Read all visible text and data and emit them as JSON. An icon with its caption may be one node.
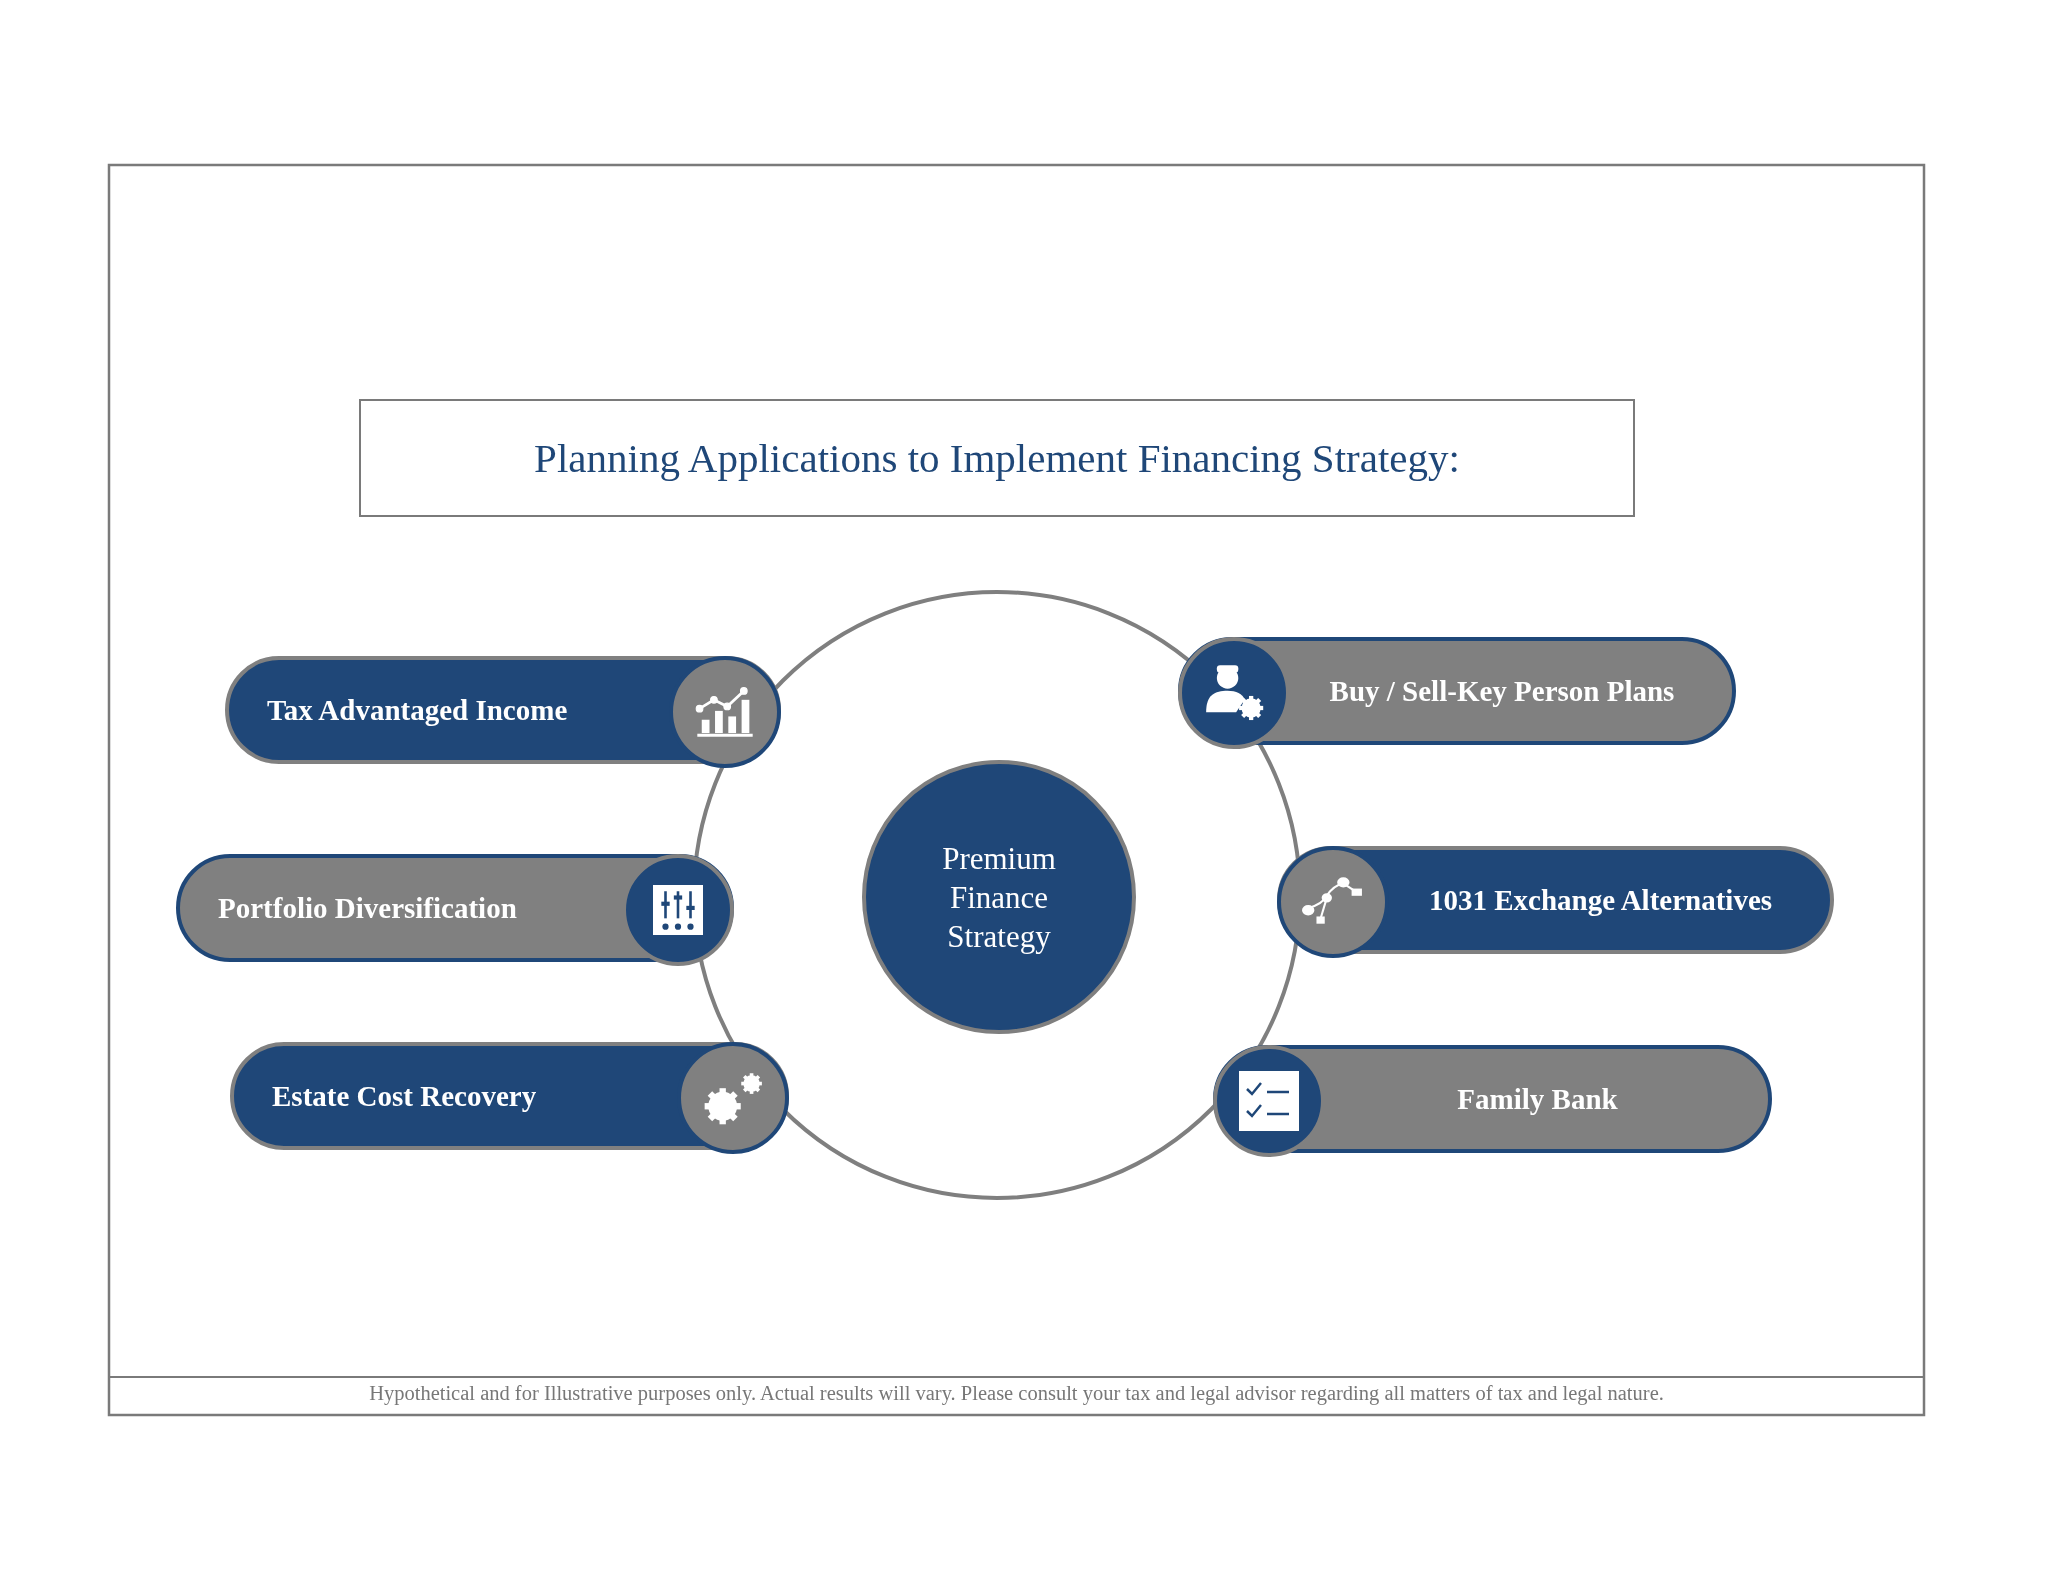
{
  "diagram": {
    "title": "Planning Applications to Implement Financing Strategy:",
    "caption": "Hypothetical and for Illustrative purposes only. Actual results will vary. Please consult your tax and legal advisor regarding all matters of tax and legal nature.",
    "nodes": [
      {
        "text": [
          "Premium Finance Strategy"
        ]
      },
      {
        "text": [
          "Tax Advantaged Income"
        ]
      },
      {
        "text": [
          "Portfolio Diversification"
        ]
      },
      {
        "text": [
          "Estate Cost Recovery"
        ]
      },
      {
        "text": [
          "Buy / Sell-Key Person Plans"
        ]
      },
      {
        "text": [
          "1031 Exchange Alternatives"
        ]
      },
      {
        "text": [
          "Family Bank"
        ]
      }
    ]
  }
}
